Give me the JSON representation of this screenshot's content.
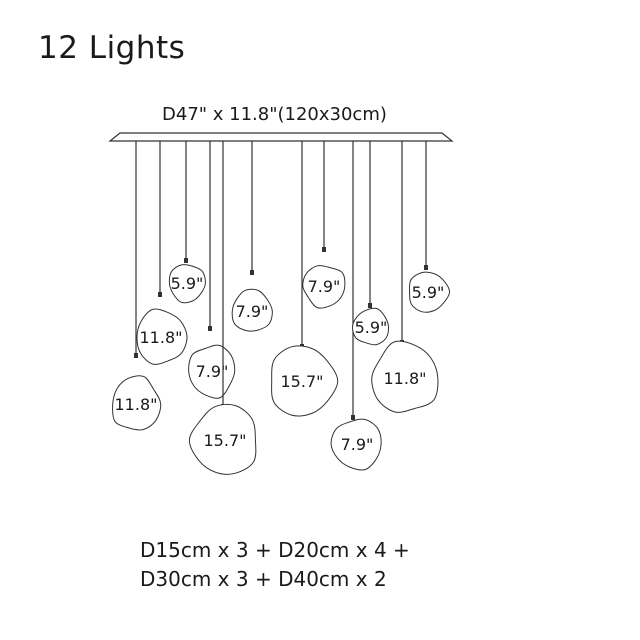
{
  "title": "12 Lights",
  "canopy_dimension": "D47\" x 11.8\"(120x30cm)",
  "spec_lines": [
    "D15cm x 3 + D20cm x 4 +",
    "D30cm x 3 + D40cm x 2"
  ],
  "pendants": [
    {
      "label": "11.8\""
    },
    {
      "label": "11.8\""
    },
    {
      "label": "5.9\""
    },
    {
      "label": "7.9\""
    },
    {
      "label": "15.7\""
    },
    {
      "label": "7.9\""
    },
    {
      "label": "15.7\""
    },
    {
      "label": "7.9\""
    },
    {
      "label": "7.9\""
    },
    {
      "label": "5.9\""
    },
    {
      "label": "11.8\""
    },
    {
      "label": "5.9\""
    }
  ],
  "colors": {
    "line": "#333333",
    "text": "#1a1a1a"
  }
}
